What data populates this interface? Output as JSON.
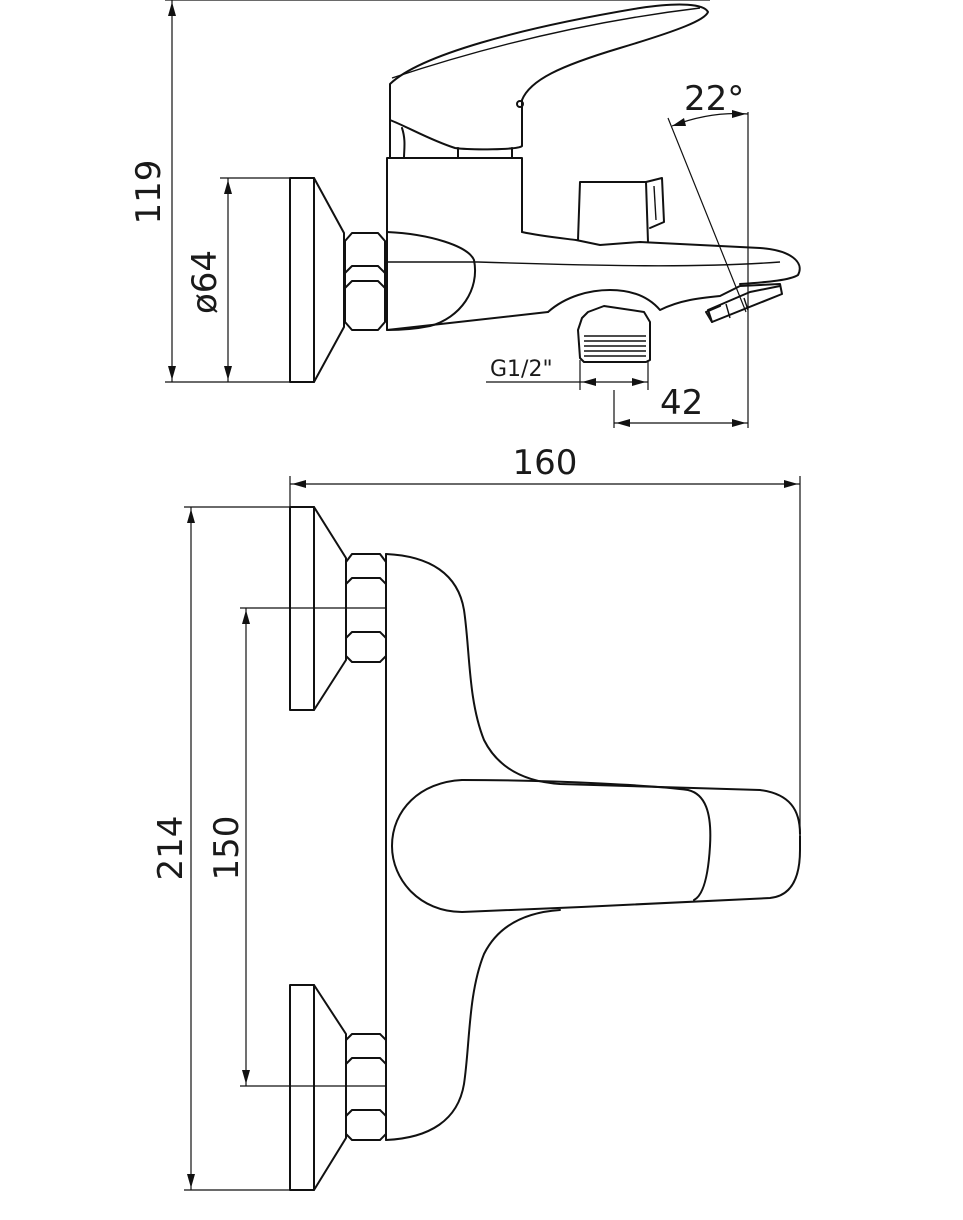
{
  "dimensions": {
    "height_side": "119",
    "flange_diameter": "ø64",
    "thread": "G1/2\"",
    "outlet_offset": "42",
    "spout_angle": "22°",
    "total_width": "160",
    "total_height": "214",
    "center_distance": "150"
  }
}
